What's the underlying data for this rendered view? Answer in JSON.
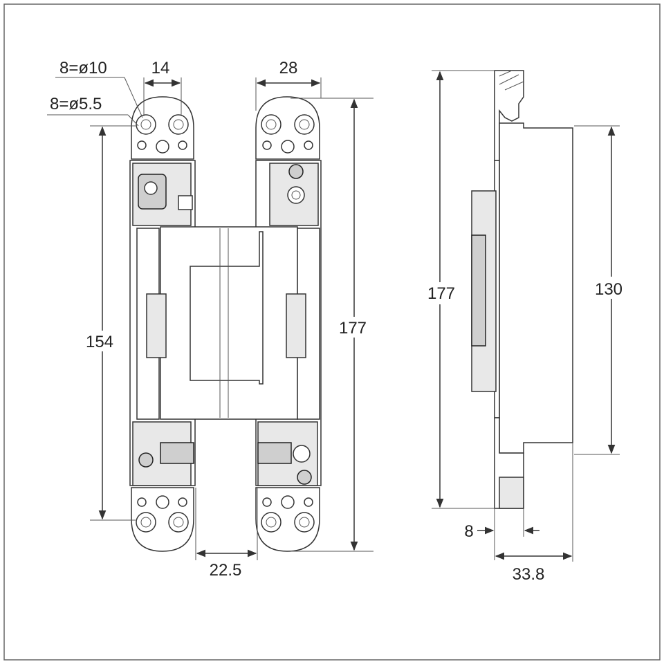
{
  "dimensions": {
    "hole_large": "8=ø10",
    "hole_small": "8=ø5.5",
    "width_14": "14",
    "width_28": "28",
    "height_154": "154",
    "height_177_front": "177",
    "gap_22_5": "22.5",
    "height_177_side": "177",
    "height_130": "130",
    "depth_8": "8",
    "depth_33_8": "33.8"
  },
  "colors": {
    "line": "#333333",
    "fill_light": "#e8e8e8",
    "fill_dark": "#cfcfcf"
  }
}
